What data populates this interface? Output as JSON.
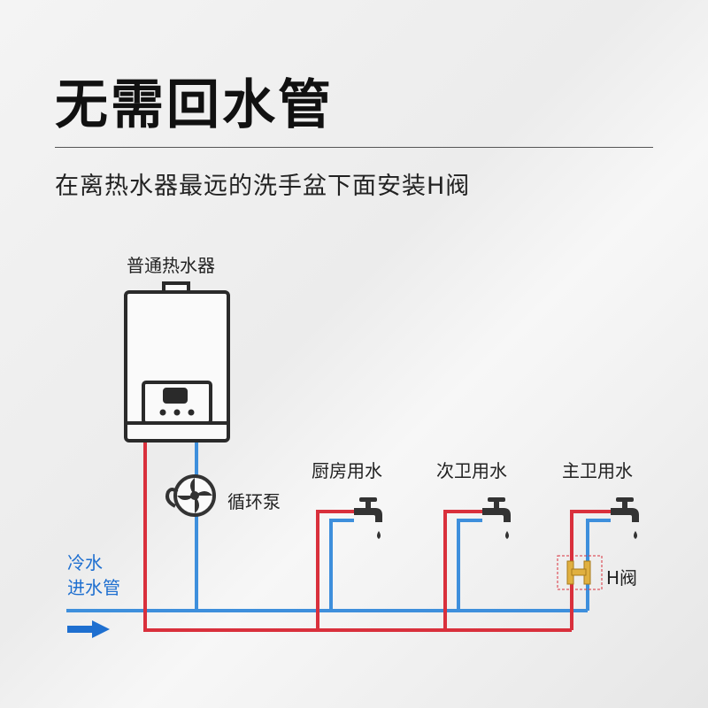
{
  "title": "无需回水管",
  "subtitle": "在离热水器最远的洗手盆下面安装H阀",
  "labels": {
    "heater": "普通热水器",
    "pump": "循环泵",
    "kitchen": "厨房用水",
    "second_bath": "次卫用水",
    "main_bath": "主卫用水",
    "h_valve": "H阀",
    "cold_in_line1": "冷水",
    "cold_in_line2": "进水管"
  },
  "colors": {
    "hot_pipe": "#d9303c",
    "cold_pipe": "#3e8fdc",
    "arrow": "#1e6fd0",
    "valve": "#e0b040",
    "outline": "#2a2a2a"
  },
  "icons": [
    "water-heater-icon",
    "pump-icon",
    "faucet-icon",
    "h-valve-icon",
    "arrow-right-icon"
  ]
}
